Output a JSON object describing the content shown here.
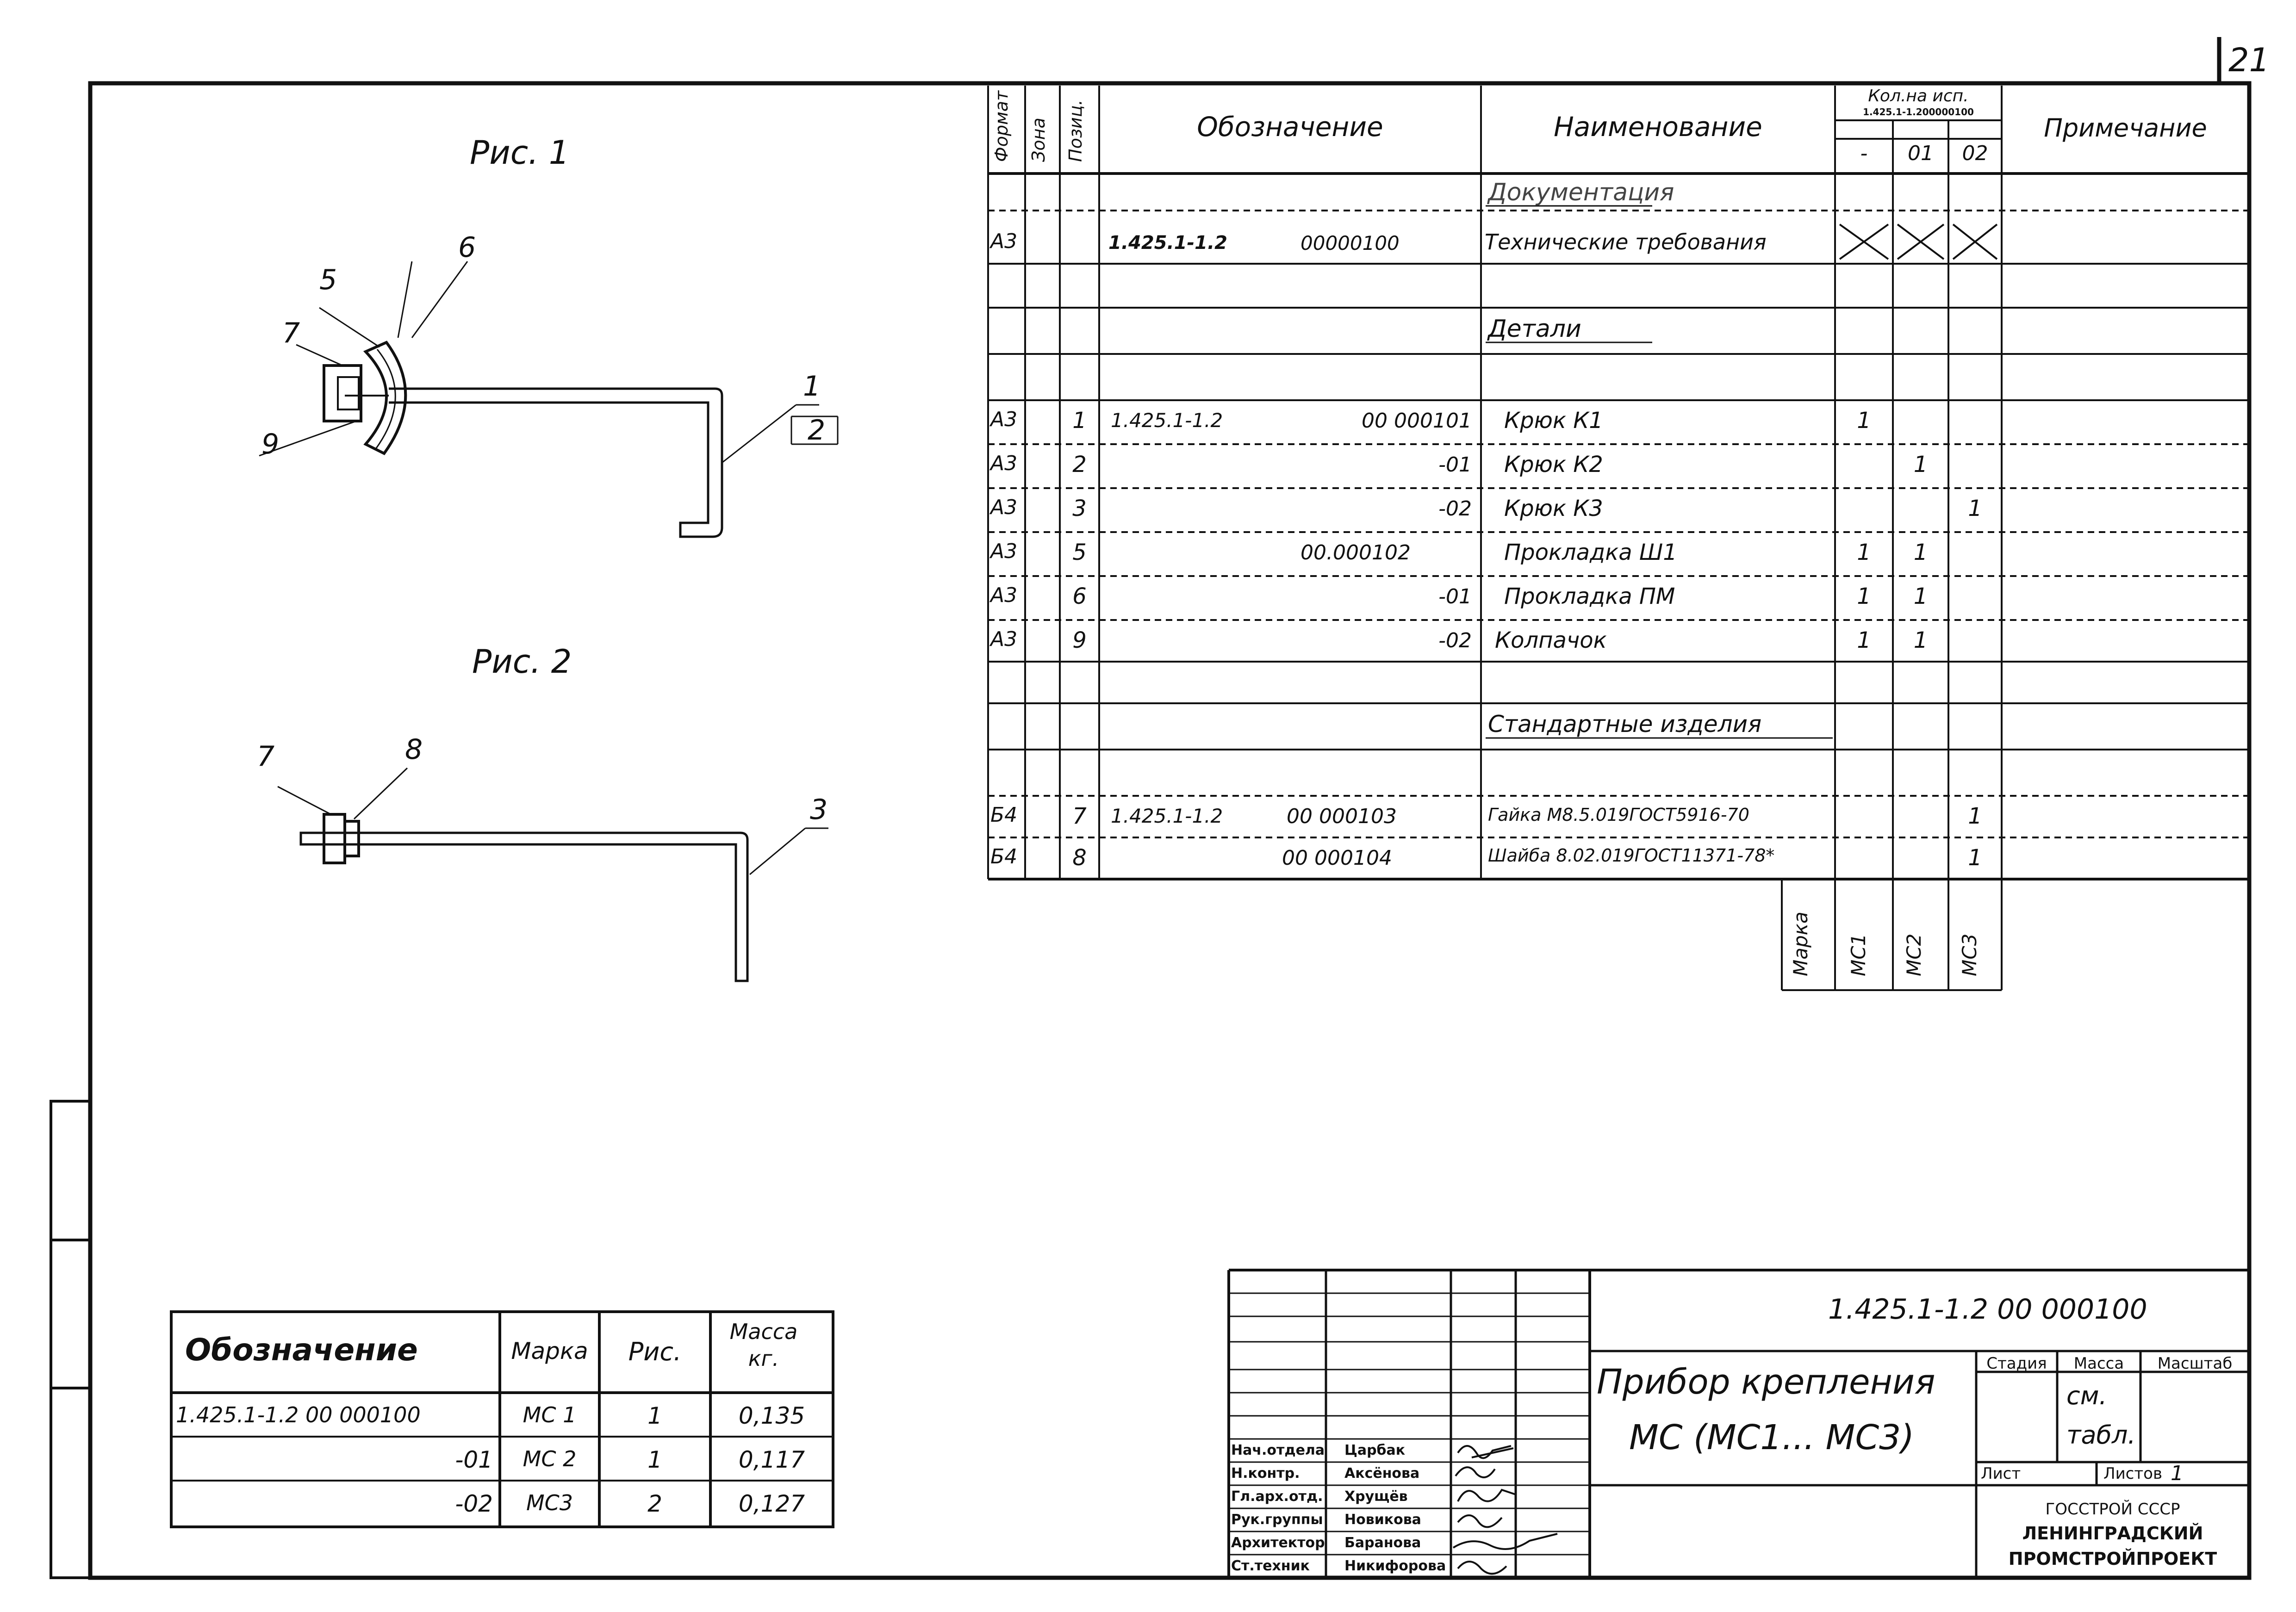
{
  "sheet_number": "21",
  "figures": {
    "fig1_title": "Рис. 1",
    "fig2_title": "Рис. 2",
    "fig1_callouts": [
      "1",
      "2",
      "5",
      "6",
      "7",
      "9"
    ],
    "fig2_callouts": [
      "3",
      "7",
      "8"
    ]
  },
  "spec_table": {
    "headers": {
      "format": "Формат",
      "zone": "Зона",
      "pos": "Позиц.",
      "designation": "Обозначение",
      "name": "Наименование",
      "qty_title": "Кол.на исп.",
      "qty_sub": "1.425.1-1.200000100",
      "qty_cols": [
        "-",
        "01",
        "02"
      ],
      "note": "Примечание"
    },
    "sections": {
      "documentation": "Документация",
      "parts": "Детали",
      "standard": "Стандартные изделия"
    },
    "doc_row": {
      "format": "А3",
      "pos": "",
      "des_a": "1.425.1-1.2",
      "des_b": "00000100",
      "name": "Технические требования"
    },
    "parts_rows": [
      {
        "format": "А3",
        "pos": "1",
        "des_a": "1.425.1-1.2",
        "des_b": "00 000101",
        "name": "Крюк  К1",
        "q0": "1",
        "q1": "",
        "q2": ""
      },
      {
        "format": "А3",
        "pos": "2",
        "des_a": "",
        "des_b": "-01",
        "name": "Крюк  К2",
        "q0": "",
        "q1": "1",
        "q2": ""
      },
      {
        "format": "А3",
        "pos": "3",
        "des_a": "",
        "des_b": "-02",
        "name": "Крюк  К3",
        "q0": "",
        "q1": "",
        "q2": "1"
      },
      {
        "format": "А3",
        "pos": "5",
        "des_a": "",
        "des_b": "00.000102",
        "name": "Прокладка  Ш1",
        "q0": "1",
        "q1": "1",
        "q2": ""
      },
      {
        "format": "А3",
        "pos": "6",
        "des_a": "",
        "des_b": "-01",
        "name": "Прокладка  ПМ",
        "q0": "1",
        "q1": "1",
        "q2": ""
      },
      {
        "format": "А3",
        "pos": "9",
        "des_a": "",
        "des_b": "-02",
        "name": "Колпачок",
        "q0": "1",
        "q1": "1",
        "q2": ""
      }
    ],
    "standard_rows": [
      {
        "format": "Б4",
        "pos": "7",
        "des_a": "1.425.1-1.2",
        "des_b": "00 000103",
        "name": "Гайка М8.5.019ГОСТ5916-70",
        "q0": "",
        "q1": "",
        "q2": "1"
      },
      {
        "format": "Б4",
        "pos": "8",
        "des_a": "",
        "des_b": "00 000104",
        "name": "Шайба 8.02.019ГОСТ11371-78*",
        "q0": "",
        "q1": "",
        "q2": "1"
      }
    ],
    "marka_label": "Марка",
    "marka_values": [
      "МС1",
      "МС2",
      "МС3"
    ]
  },
  "mass_table": {
    "headers": {
      "designation": "Обозначение",
      "marka": "Марка",
      "fig": "Рис.",
      "mass": "Масса кг."
    },
    "rows": [
      {
        "designation": "1.425.1-1.2  00 000100",
        "marka": "МС 1",
        "fig": "1",
        "mass": "0,135"
      },
      {
        "designation": "-01",
        "marka": "МС 2",
        "fig": "1",
        "mass": "0,117"
      },
      {
        "designation": "-02",
        "marka": "МС3",
        "fig": "2",
        "mass": "0,127"
      }
    ]
  },
  "title_block": {
    "code": "1.425.1-1.2  00 000100",
    "title_line1": "Прибор  крепления",
    "title_line2": "МС  (МС1... МС3)",
    "stage_label": "Стадия",
    "mass_label": "Масса",
    "scale_label": "Масштаб",
    "mass_value_line1": "см.",
    "mass_value_line2": "табл.",
    "sheet_label": "Лист",
    "sheets_label": "Листов",
    "sheets_value": "1",
    "org_line1": "ГОССТРОЙ СССР",
    "org_line2": "ЛЕНИНГРАДСКИЙ",
    "org_line3": "ПРОМСТРОЙПРОЕКТ",
    "signatures": [
      {
        "role": "Нач.отдела",
        "name": "Царбак"
      },
      {
        "role": "Н.контр.",
        "name": "Аксёнова"
      },
      {
        "role": "Гл.арх.отд.",
        "name": "Хрущёв"
      },
      {
        "role": "Рук.группы",
        "name": "Новикова"
      },
      {
        "role": "Архитектор",
        "name": "Баранова"
      },
      {
        "role": "Ст.техник",
        "name": "Никифорова"
      }
    ]
  }
}
